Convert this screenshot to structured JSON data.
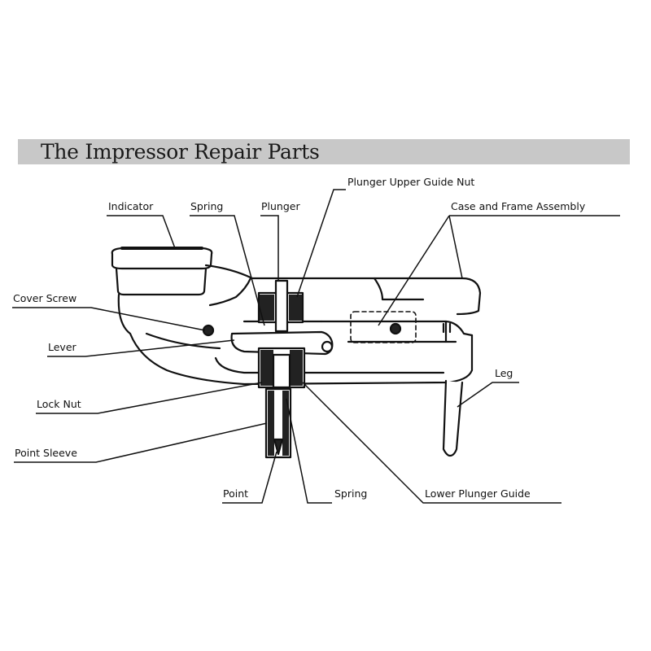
{
  "title": "The Impressor Repair Parts",
  "labels": {
    "indicator": "Indicator",
    "spring_top": "Spring",
    "plunger": "Plunger",
    "plunger_upper_guide_nut": "Plunger Upper Guide Nut",
    "case_and_frame_assembly": "Case and Frame Assembly",
    "cover_screw": "Cover Screw",
    "lever": "Lever",
    "lock_nut": "Lock Nut",
    "point_sleeve": "Point Sleeve",
    "point": "Point",
    "spring_bottom": "Spring",
    "lower_plunger_guide": "Lower Plunger Guide",
    "leg": "Leg"
  }
}
